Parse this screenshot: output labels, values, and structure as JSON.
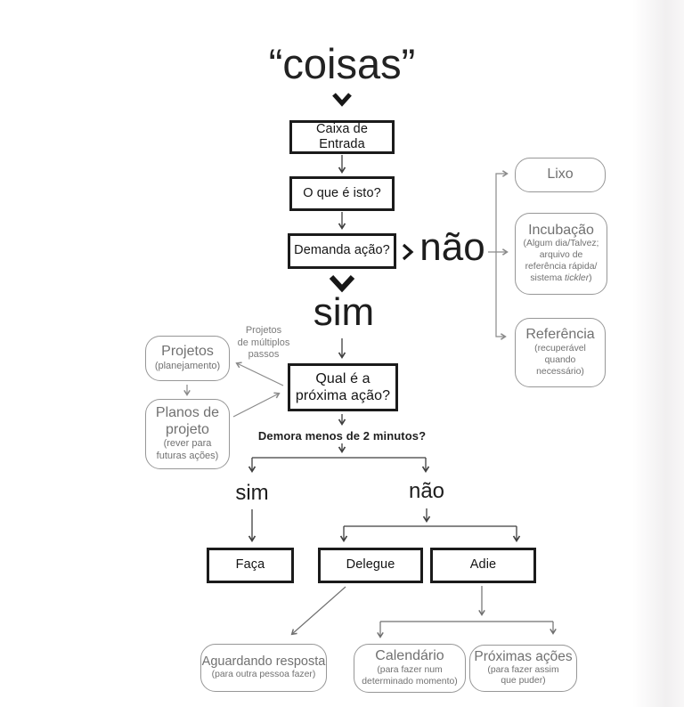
{
  "colors": {
    "box_border": "#1b1b1b",
    "box_text": "#141414",
    "soft_border": "#979797",
    "soft_text": "#717171",
    "line_dark": "#3f3f3f",
    "line_gray": "#8a8a8a",
    "line_mid": "#6f6f6f",
    "background": "#ffffff"
  },
  "flow": {
    "source_label": "“coisas”",
    "inbox": "Caixa de Entrada",
    "what_is_it": "O que é isto?",
    "demands_action": "Demanda ação?",
    "no_big": "não",
    "yes_big": "sim",
    "trash": {
      "title": "Lixo"
    },
    "incubation": {
      "title": "Incubação",
      "lines": [
        "(Algum dia/Talvez;",
        "arquivo de",
        "referência rápida/"
      ],
      "last_pre": "sistema ",
      "last_italic": "tickler",
      "last_post": ")"
    },
    "reference": {
      "title": "Referência",
      "lines": [
        "(recuperável",
        "quando",
        "necessário)"
      ]
    },
    "projects": {
      "title": "Projetos",
      "subtitle": "(planejamento)"
    },
    "project_plans": {
      "title_lines": [
        "Planos de",
        "projeto"
      ],
      "subtitle_lines": [
        "(rever para",
        "futuras ações)"
      ]
    },
    "multi_step_note_lines": [
      "Projetos",
      "de múltiplos",
      "passos"
    ],
    "next_action_lines": [
      "Qual é a",
      "próxima ação?"
    ],
    "two_minutes": "Demora menos de 2 minutos?",
    "yes_small": "sim",
    "no_small": "não",
    "do_it": "Faça",
    "delegate": "Delegue",
    "defer": "Adie",
    "waiting": {
      "title": "Aguardando resposta",
      "subtitle": "(para outra pessoa fazer)"
    },
    "calendar": {
      "title": "Calendário",
      "lines": [
        "(para fazer num",
        "determinado momento)"
      ]
    },
    "next_actions": {
      "title": "Próximas ações",
      "lines": [
        "(para fazer assim",
        "que puder)"
      ]
    }
  }
}
